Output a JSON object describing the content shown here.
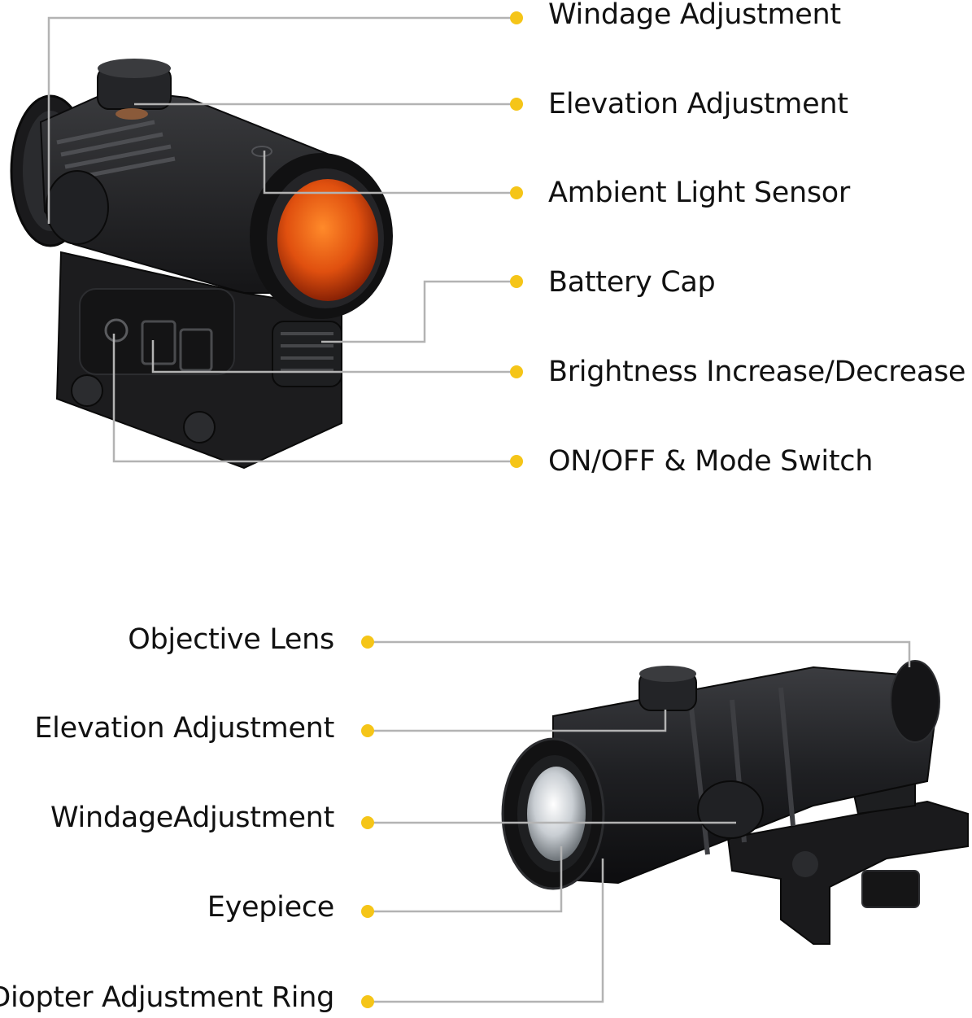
{
  "diagram": {
    "red_dot_labels": [
      "Windage Adjustment",
      "Elevation Adjustment",
      "Ambient Light Sensor",
      "Battery Cap",
      "Brightness Increase/Decrease",
      "ON/OFF & Mode Switch"
    ],
    "magnifier_labels": [
      "Objective Lens",
      "Elevation Adjustment",
      "WindageAdjustment",
      "Eyepiece",
      "Diopter Adjustment Ring"
    ]
  },
  "colors": {
    "dot": "#f5c518",
    "leader_line": "#b3b3b3",
    "lens": "#e0500f",
    "body": "#1c1c1e",
    "text": "#111111"
  }
}
